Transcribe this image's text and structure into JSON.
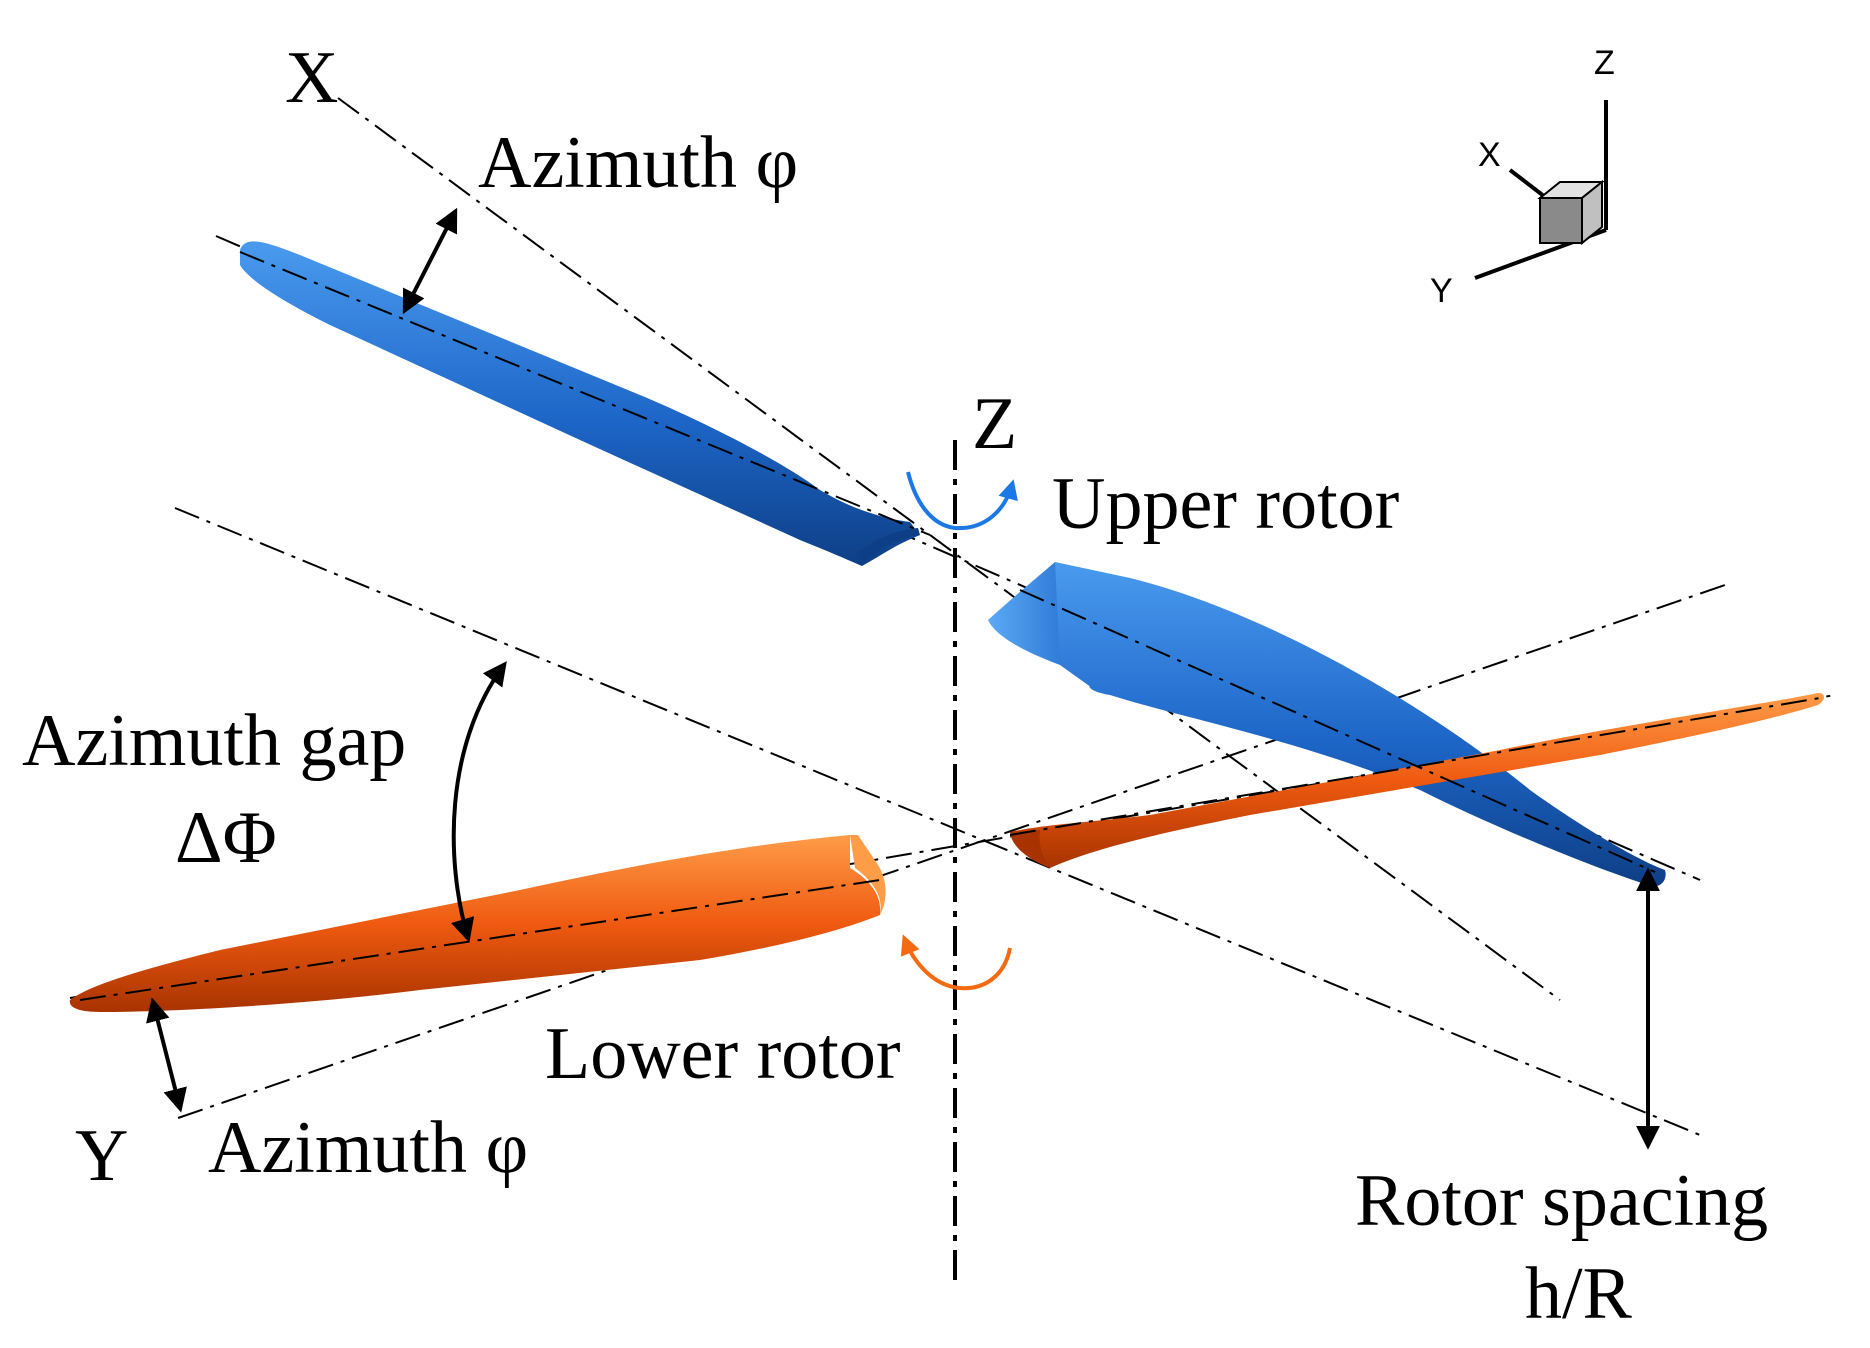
{
  "colors": {
    "upper_blade": "#1d66c8",
    "upper_blade_light": "#4a9bef",
    "upper_blade_dark": "#0e3f86",
    "lower_blade": "#ef5a10",
    "lower_blade_light": "#ff9c48",
    "lower_blade_dark": "#a83300",
    "upper_rotation_arrow": "#1b78e6",
    "lower_rotation_arrow": "#f36a12"
  },
  "labels": {
    "x_axis": "X",
    "y_axis": "Y",
    "z_axis": "Z",
    "azimuth_upper": "Azimuth φ",
    "azimuth_lower": "Azimuth φ",
    "azimuth_gap_line1": "Azimuth gap",
    "azimuth_gap_line2": "ΔΦ",
    "upper_rotor": "Upper rotor",
    "lower_rotor": "Lower rotor",
    "rotor_spacing_line1": "Rotor spacing",
    "rotor_spacing_line2": "h/R"
  },
  "orientation_triad": {
    "x": "X",
    "y": "Y",
    "z": "Z"
  }
}
